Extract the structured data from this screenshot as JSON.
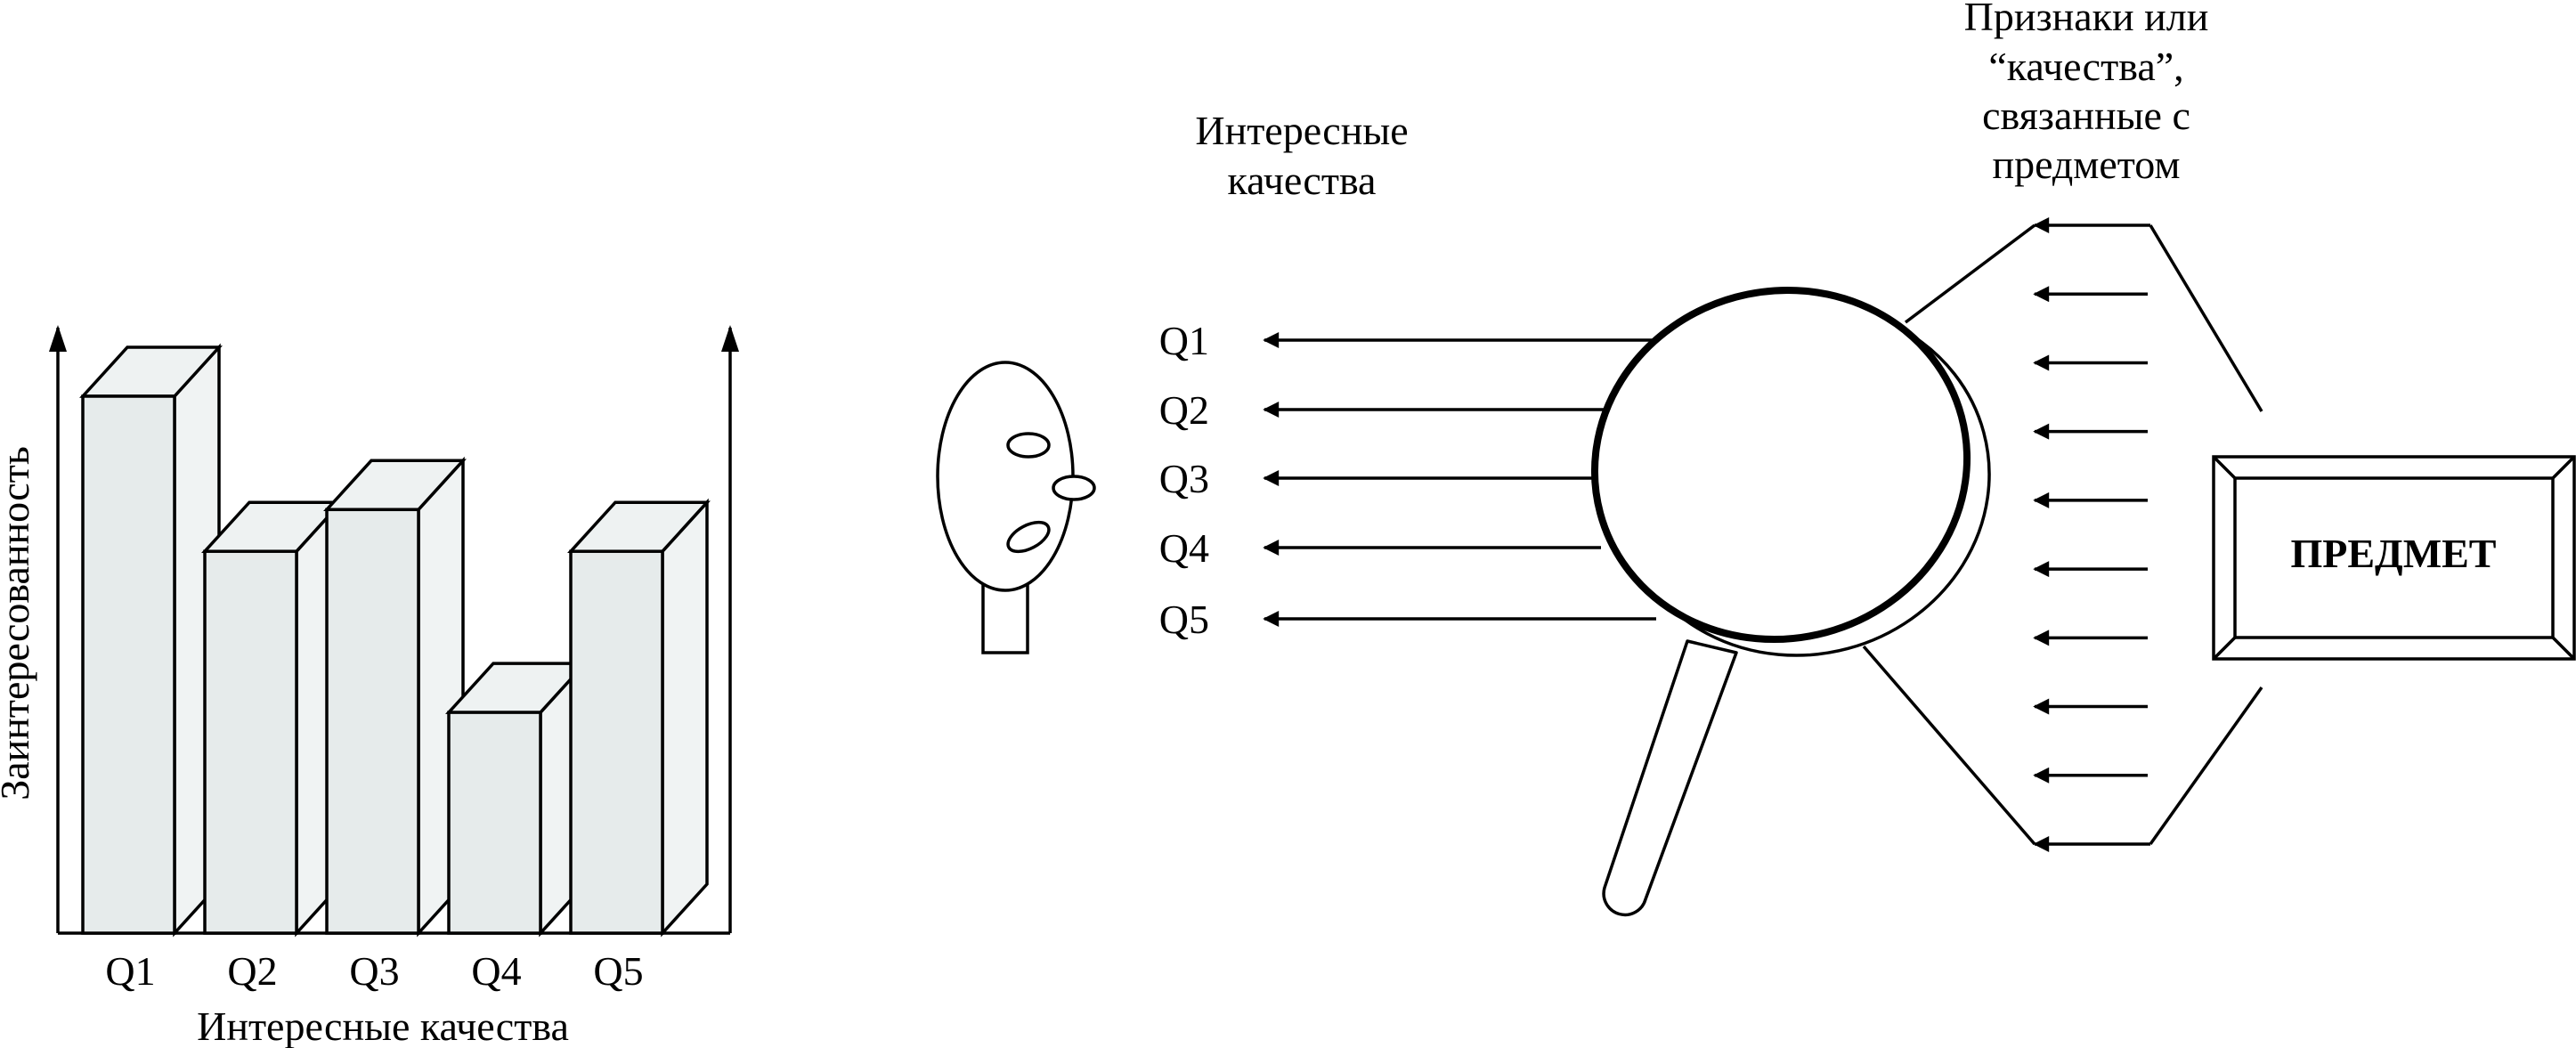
{
  "chart_data": {
    "type": "bar",
    "categories": [
      "Q1",
      "Q2",
      "Q3",
      "Q4",
      "Q5"
    ],
    "values": [
      9.0,
      6.4,
      7.1,
      3.7,
      6.4
    ],
    "ylim": [
      0,
      10
    ],
    "xlabel": "Интересные качества",
    "ylabel": "Заинтересованность",
    "grid": false,
    "legend": "none",
    "three_d": true
  },
  "diagram": {
    "qualities_title": [
      "Интересные",
      "качества"
    ],
    "qualities": [
      "Q1",
      "Q2",
      "Q3",
      "Q4",
      "Q5"
    ],
    "features_title": [
      "Признаки или",
      "“качества”,",
      "связанные с",
      "предметом"
    ],
    "object_label": "ПРЕДМЕТ",
    "feature_arrow_count": 10
  },
  "colors": {
    "bar_front": "#e6ebeb",
    "bar_side": "#f0f3f3",
    "line": "#000000",
    "background": "#ffffff"
  }
}
